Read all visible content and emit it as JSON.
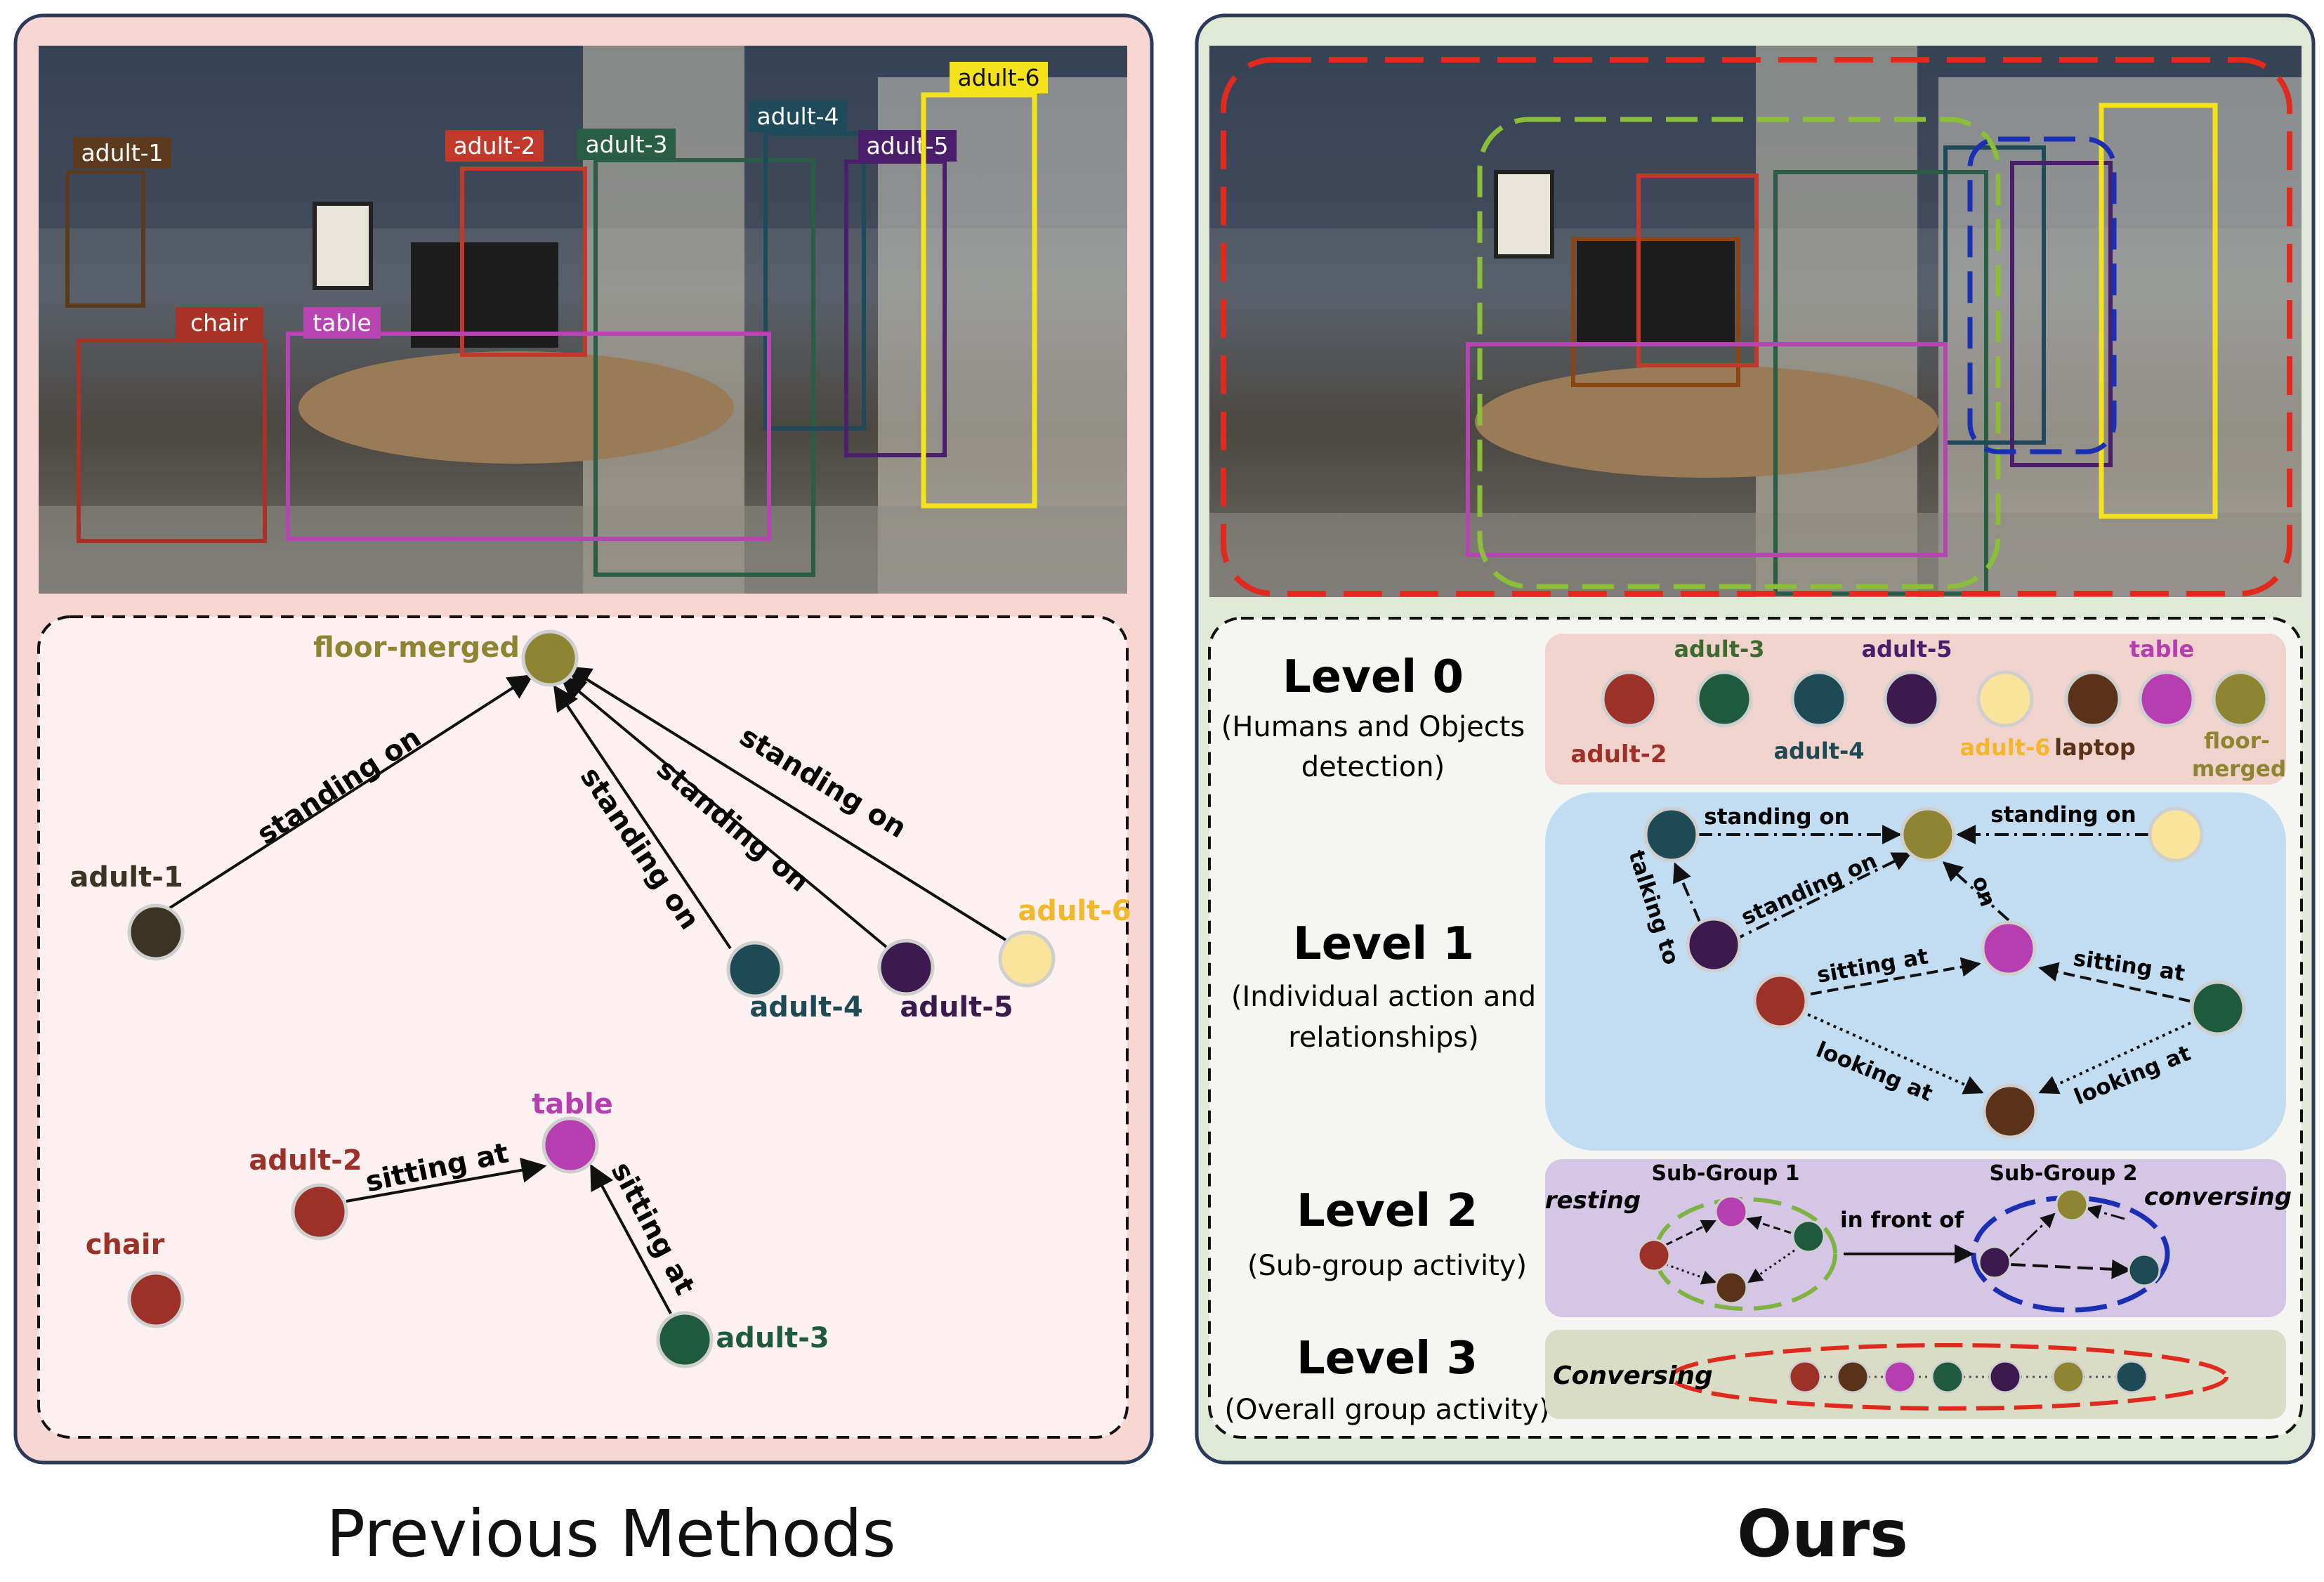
{
  "captions": {
    "left": "Previous Methods",
    "right": "Ours"
  },
  "colors": {
    "left_panel_bg": "#f8d7d2",
    "right_panel_bg": "#dfe9d6",
    "level0_bg": "#f1d3cd",
    "level1_bg": "#c2ddf2",
    "level2_bg": "#d6c6e6",
    "level3_bg": "#d9ddc6",
    "floor": "#8f8432",
    "adult1": "#3b3324",
    "adult2": "#9b3128",
    "adult3": "#1f5a3f",
    "adult4": "#1e4a55",
    "adult5": "#3d1a4d",
    "adult6": "#fae39a",
    "table": "#b63eb1",
    "chair": "#9b3128",
    "laptop": "#5a3219"
  },
  "left_photo": {
    "box_labels": {
      "adult1": "adult-1",
      "adult2": "adult-2",
      "adult3": "adult-3",
      "adult4": "adult-4",
      "adult5": "adult-5",
      "adult6": "adult-6",
      "chair": "chair",
      "table": "table"
    }
  },
  "left_graph": {
    "nodes": {
      "floor": "floor-merged",
      "adult1": "adult-1",
      "adult4": "adult-4",
      "adult5": "adult-5",
      "adult6": "adult-6",
      "table": "table",
      "adult2": "adult-2",
      "chair": "chair",
      "adult3": "adult-3"
    },
    "edges": {
      "a1_floor": "standing on",
      "a4_floor": "standing on",
      "a5_floor": "standing on",
      "a6_floor": "standing on",
      "a2_table": "sitting at",
      "a3_table": "sitting at"
    }
  },
  "levels": [
    {
      "title": "Level 0",
      "subtitle": [
        "(Humans and Objects",
        "detection)"
      ]
    },
    {
      "title": "Level 1",
      "subtitle": [
        "(Individual action and",
        "relationships)"
      ]
    },
    {
      "title": "Level 2",
      "subtitle": [
        "(Sub-group activity)"
      ]
    },
    {
      "title": "Level 3",
      "subtitle": [
        "(Overall group activity)"
      ]
    }
  ],
  "level0": {
    "adult2": "adult-2",
    "adult3": "adult-3",
    "adult4": "adult-4",
    "adult5": "adult-5",
    "adult6": "adult-6",
    "laptop": "laptop",
    "table": "table",
    "floor1": "floor-",
    "floor2": "merged"
  },
  "level1": {
    "standing_on_1": "standing on",
    "standing_on_2": "standing on",
    "standing_on_3": "standing on",
    "talking_to": "talking to",
    "on": "on",
    "sitting_at_1": "sitting at",
    "sitting_at_2": "sitting at",
    "looking_at_1": "looking at",
    "looking_at_2": "looking at"
  },
  "level2": {
    "subgroup1": "Sub-Group 1",
    "subgroup2": "Sub-Group 2",
    "resting": "resting",
    "conversing": "conversing",
    "in_front_of": "in front of"
  },
  "level3": {
    "label": "Conversing"
  }
}
